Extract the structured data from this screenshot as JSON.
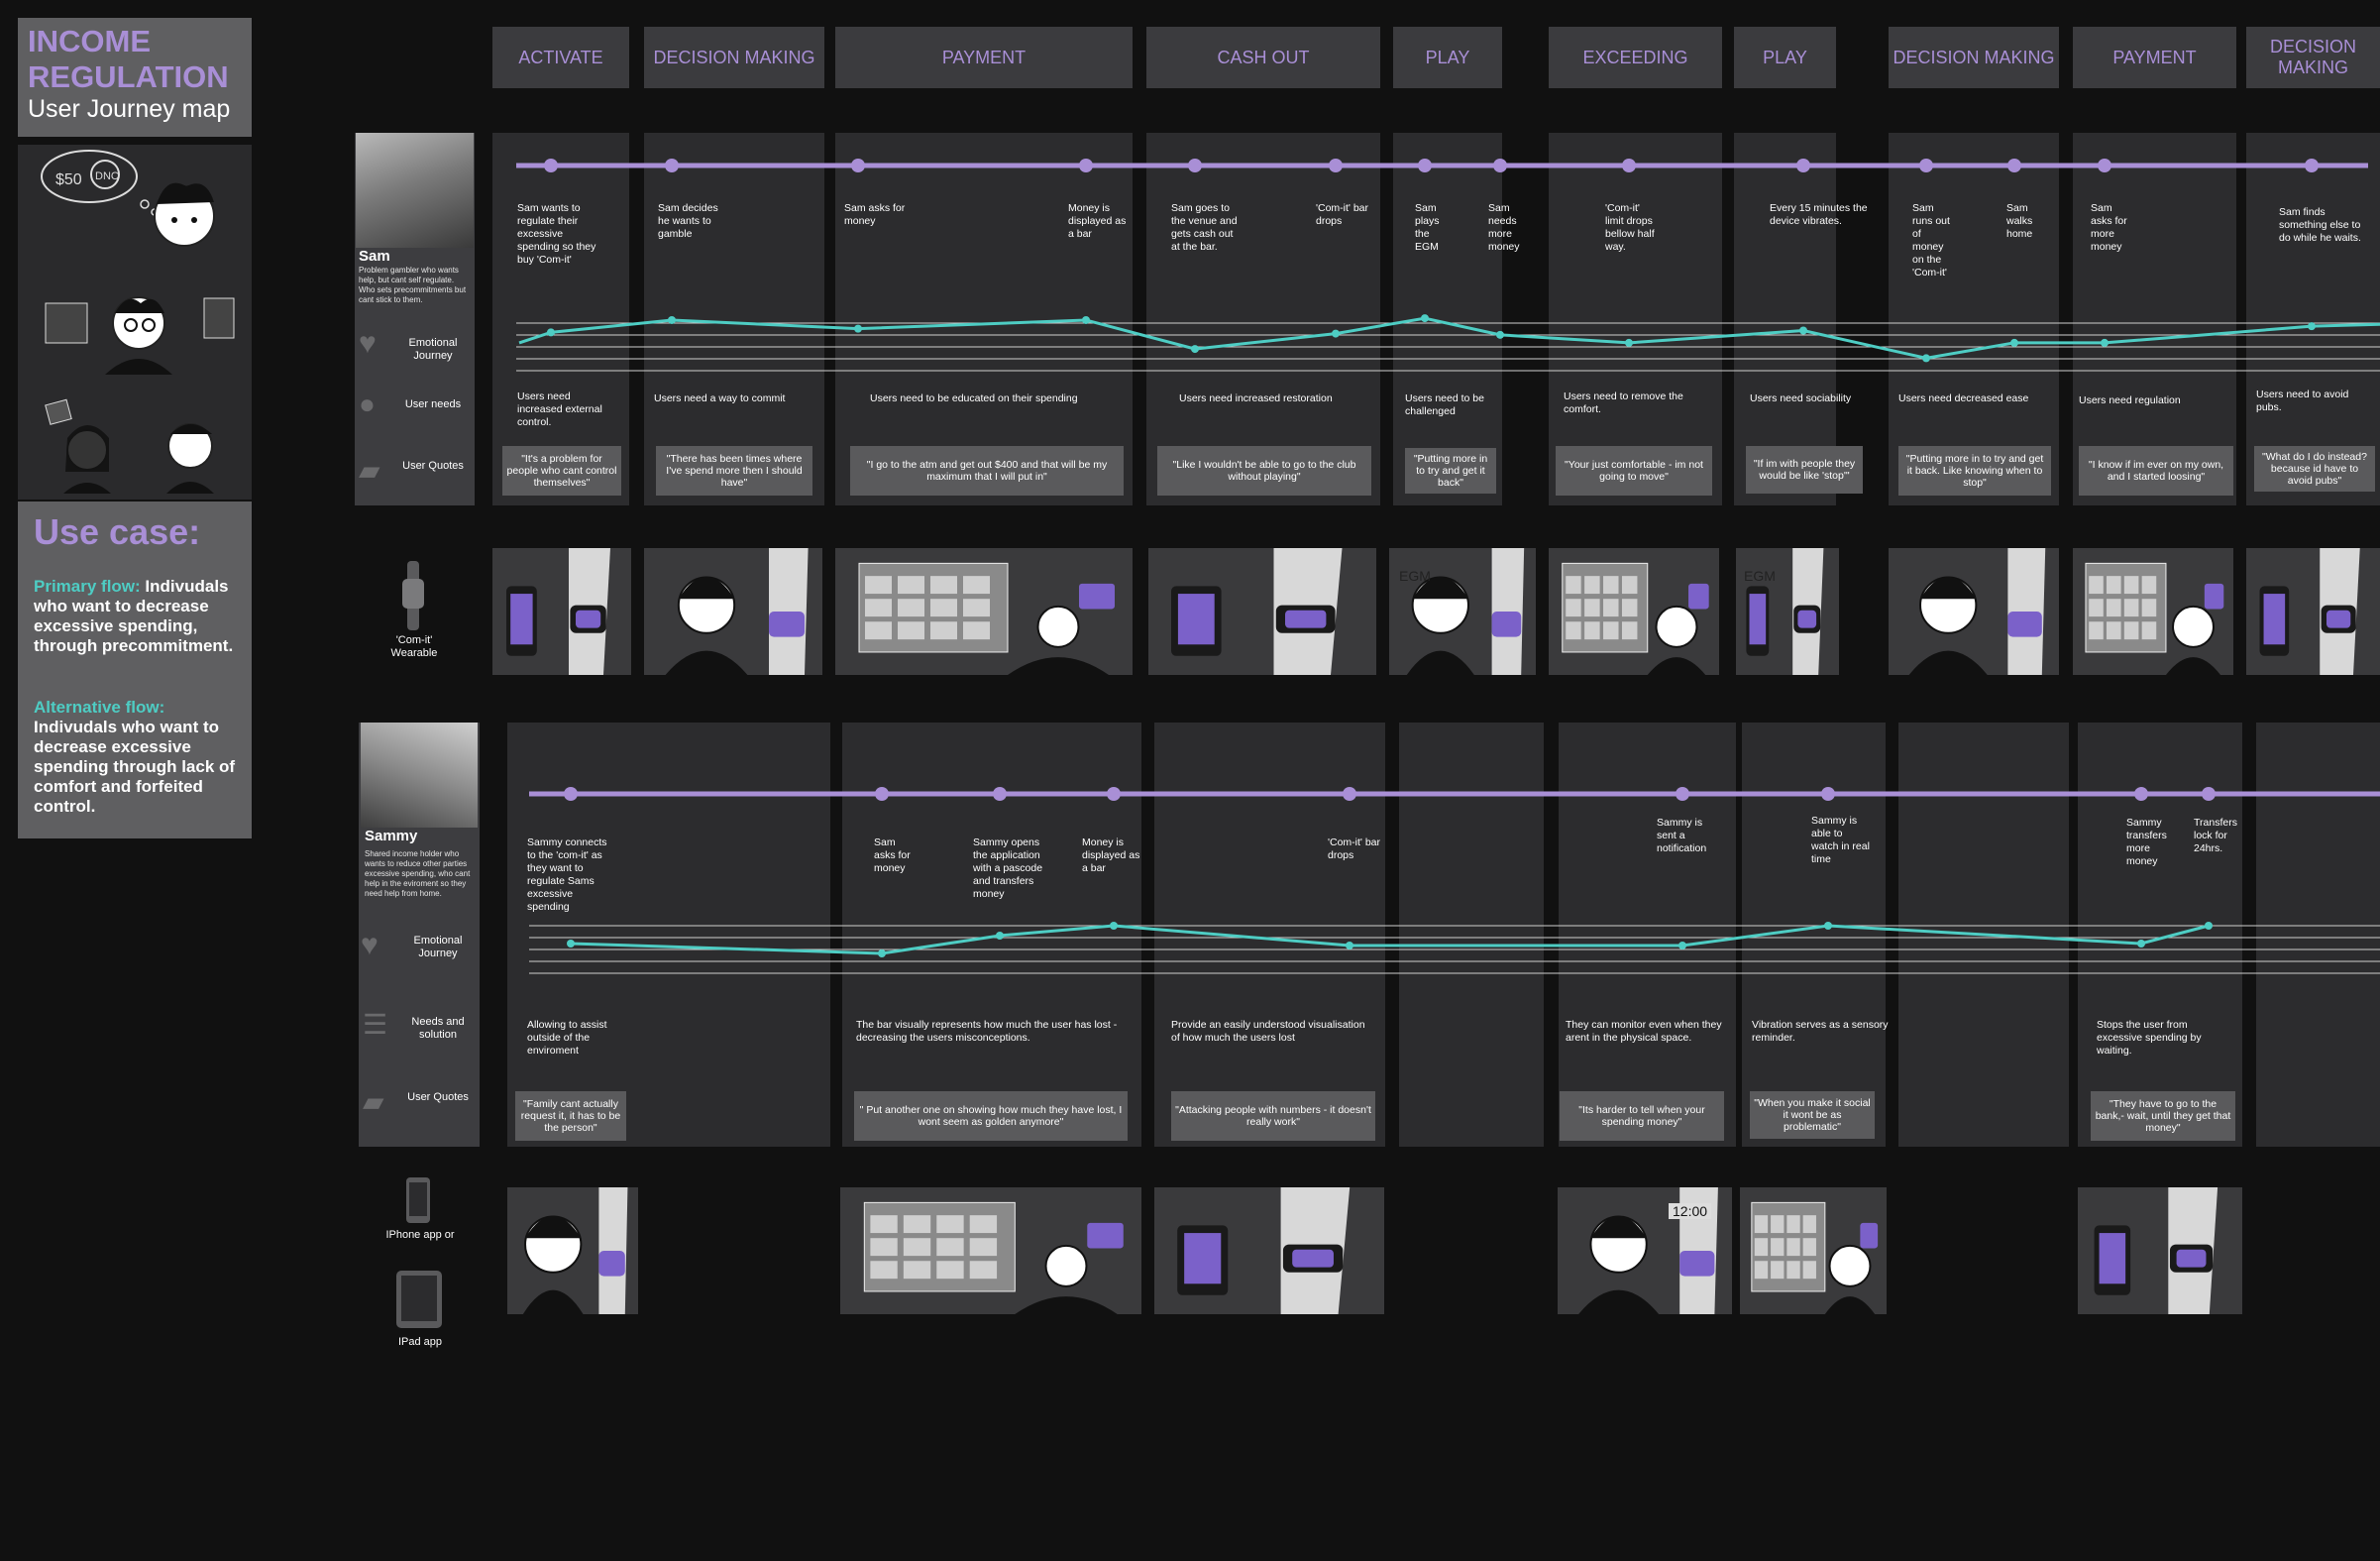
{
  "title": {
    "line1": "INCOME",
    "line2": "REGULATION",
    "subtitle": "User Journey map"
  },
  "usecase": {
    "title": "Use case:",
    "primary_key": "Primary flow: ",
    "primary_text": "Indivudals who want to decrease excessive spending, through precommitment.",
    "alt_key": "Alternative flow:",
    "alt_text": "Indivudals who want to decrease excessive spending through lack of comfort and forfeited control."
  },
  "art": {
    "price_bubble": "$50",
    "crossed": "DNC"
  },
  "headers": [
    "ACTIVATE",
    "DECISION MAKING",
    "PAYMENT",
    "CASH OUT",
    "PLAY",
    "EXCEEDING",
    "PLAY",
    "DECISION MAKING",
    "PAYMENT",
    "DECISION MAKING"
  ],
  "sam": {
    "name": "Sam",
    "desc": "Problem gambler who wants help, but cant self regulate.  Who sets precommitments but cant stick to them.",
    "labels": {
      "emotional": "Emotional Journey",
      "needs": "User needs",
      "quotes": "User Quotes"
    },
    "steps": [
      "Sam wants to regulate their excessive spending so they buy 'Com-it'",
      "Sam decides he wants to gamble",
      "Sam asks for money",
      "Money is displayed as a bar",
      "Sam goes to the venue and gets cash out at the bar.",
      "'Com-it' bar drops",
      "Sam plays the EGM",
      "Sam needs more money",
      "'Com-it' limit drops bellow half way.",
      "Every 15 minutes the device vibrates.",
      "Sam runs out of money on the 'Com-it'",
      "Sam walks home",
      "Sam asks for more money",
      "Sam finds something else to do while he waits."
    ],
    "emotion": [
      0.72,
      0.92,
      0.78,
      0.92,
      0.45,
      0.7,
      0.95,
      0.68,
      0.55,
      0.75,
      0.3,
      0.55,
      0.55,
      0.82
    ],
    "needs": [
      "Users need increased external control.",
      "Users need a way to commit",
      "Users need to be educated on their spending",
      "Users need increased restoration",
      "Users need to be challenged",
      "Users need to remove the comfort.",
      "Users need sociability",
      "Users need decreased ease",
      "Users need regulation",
      "Users need to avoid pubs."
    ],
    "quotes": [
      "\"It's a problem for people who cant control themselves\"",
      "\"There has been times where I've spend more then I should have\"",
      "\"I go to the atm and get out $400 and that will be my maximum that I will put in\"",
      "\"Like I wouldn't be able to go to the club without playing\"",
      "\"Putting more in to try and get it back\"",
      "\"Your just comfortable - im not going to move\"",
      "\"If im with people they would be like 'stop'\"",
      "\"Putting more in to try and get it back. Like knowing when to stop\"",
      "\"I know if im ever on my own, and I started loosing\"",
      "\"What do I do instead? because id have to avoid pubs\""
    ],
    "device_label": "'Com-it' Wearable"
  },
  "sammy": {
    "name": "Sammy",
    "desc": "Shared income holder who wants to reduce other parties excessive spending, who cant help in the eviroment so they need help from home.",
    "labels": {
      "emotional": "Emotional Journey",
      "needs": "Needs and solution",
      "quotes": "User Quotes"
    },
    "steps": [
      "Sammy connects to the 'com-it' as they want to regulate Sams excessive spending",
      "Sam asks for money",
      "Sammy opens the application with a pascode and transfers money",
      "Money is displayed as a bar",
      "'Com-it' bar drops",
      "Sammy is sent a notification",
      "Sammy is able to watch in real time",
      "Sammy transfers more money",
      "Transfers lock for 24hrs."
    ],
    "emotion": [
      0.55,
      0.3,
      0.75,
      1.0,
      0.5,
      0.5,
      1.0,
      0.55,
      1.0
    ],
    "needs": [
      "Allowing to assist outside of the enviroment",
      "The bar visually represents how much the user has lost - decreasing the users misconceptions.",
      "Provide an easily understood visualisation of how much the users lost",
      "They can monitor even when they arent in the physical space.",
      "Vibration serves as a sensory reminder.",
      "Stops the user from excessive spending by waiting."
    ],
    "quotes": [
      "\"Family cant actually request it, it has to be the person\"",
      "\" Put another one on showing how much they have lost, I wont seem as golden anymore\"",
      "\"Attacking people with numbers - it doesn't really work\"",
      "\"Its harder to tell when your spending money\"",
      "\"When you make it social it wont be as problematic\"",
      "\"They have to go to the bank,- wait, until they get that money\""
    ],
    "device_iphone": "IPhone app or",
    "device_ipad": "IPad app"
  },
  "panels": {
    "egm": "EGM",
    "clock": "12:00"
  },
  "colors": {
    "accent": "#a98fd6",
    "emotion": "#4ecdc4",
    "column": "#2c2c2e",
    "header": "#3b3b3e"
  }
}
